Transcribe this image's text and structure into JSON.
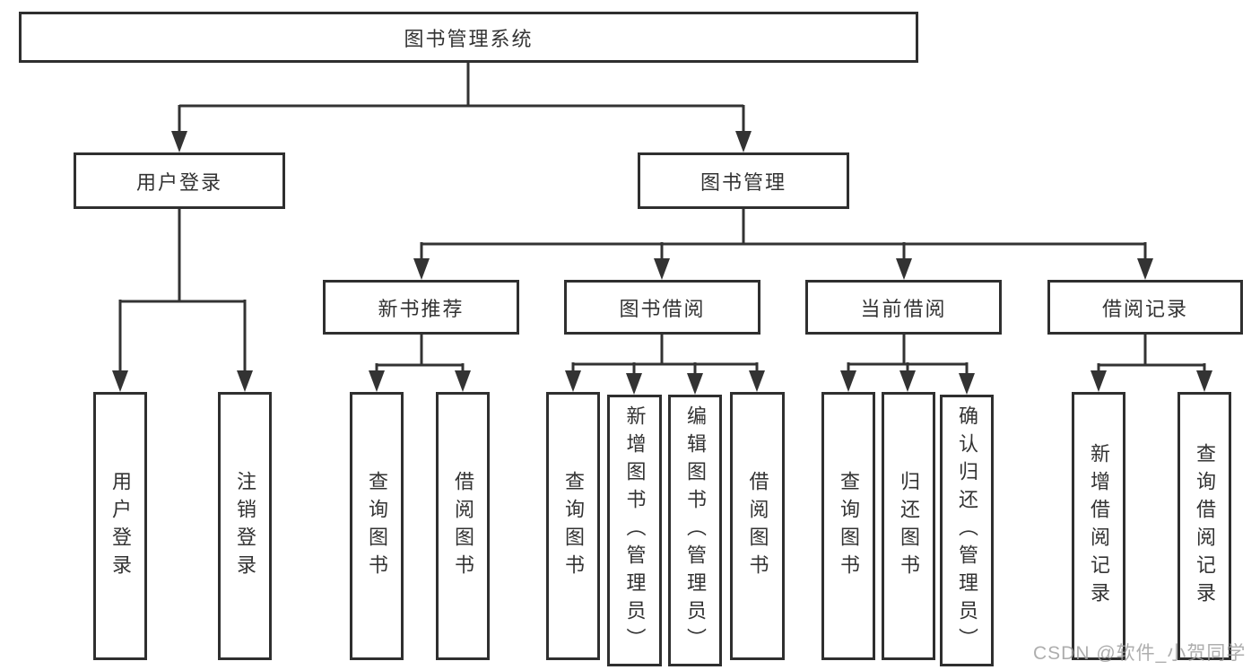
{
  "title": "图书管理系统",
  "colors": {
    "line": "#333333",
    "box_border": "#2f2f2f",
    "text": "#333333",
    "background": "#ffffff",
    "watermark": "#a0a0a0"
  },
  "watermark": {
    "text": "CSDN @软件_小贺同学"
  },
  "tree": {
    "root": {
      "label": "图书管理系统"
    },
    "children": [
      {
        "label": "用户登录",
        "children": [
          {
            "label": "用户登录"
          },
          {
            "label": "注销登录"
          }
        ]
      },
      {
        "label": "图书管理",
        "children": [
          {
            "label": "新书推荐",
            "children": [
              {
                "label": "查询图书"
              },
              {
                "label": "借阅图书"
              }
            ]
          },
          {
            "label": "图书借阅",
            "children": [
              {
                "label": "查询图书"
              },
              {
                "label": "新增图书（管理员）"
              },
              {
                "label": "编辑图书（管理员）"
              },
              {
                "label": "借阅图书"
              }
            ]
          },
          {
            "label": "当前借阅",
            "children": [
              {
                "label": "查询图书"
              },
              {
                "label": "归还图书"
              },
              {
                "label": "确认归还（管理员）"
              }
            ]
          },
          {
            "label": "借阅记录",
            "children": [
              {
                "label": "新增借阅记录"
              },
              {
                "label": "查询借阅记录"
              }
            ]
          }
        ]
      }
    ]
  }
}
